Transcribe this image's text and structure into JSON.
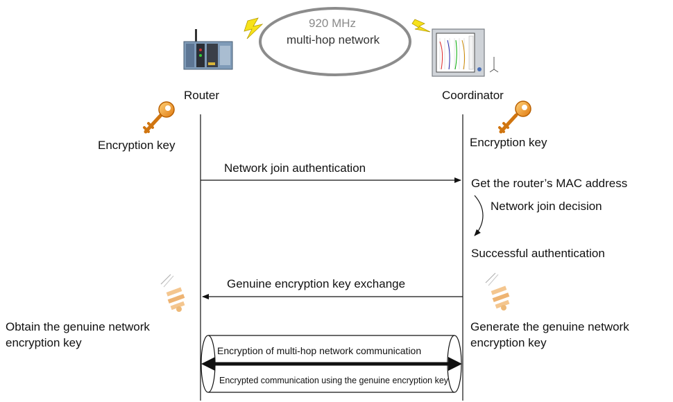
{
  "network": {
    "line1": "920 MHz",
    "line2": "multi-hop network"
  },
  "router": {
    "name": "Router",
    "key_label": "Encryption key",
    "obtain_line1": "Obtain the genuine network",
    "obtain_line2": "encryption key"
  },
  "coordinator": {
    "name": "Coordinator",
    "key_label": "Encryption key",
    "get_mac": "Get the router’s MAC address",
    "join_decision": "Network join decision",
    "success": "Successful authentication",
    "generate_line1": "Generate the genuine network",
    "generate_line2": "encryption key"
  },
  "messages": {
    "join_auth": "Network join authentication",
    "key_exchange": "Genuine encryption key exchange"
  },
  "tunnel": {
    "top": "Encryption of multi-hop network communication",
    "bottom": "Encrypted communication using the genuine encryption key"
  }
}
